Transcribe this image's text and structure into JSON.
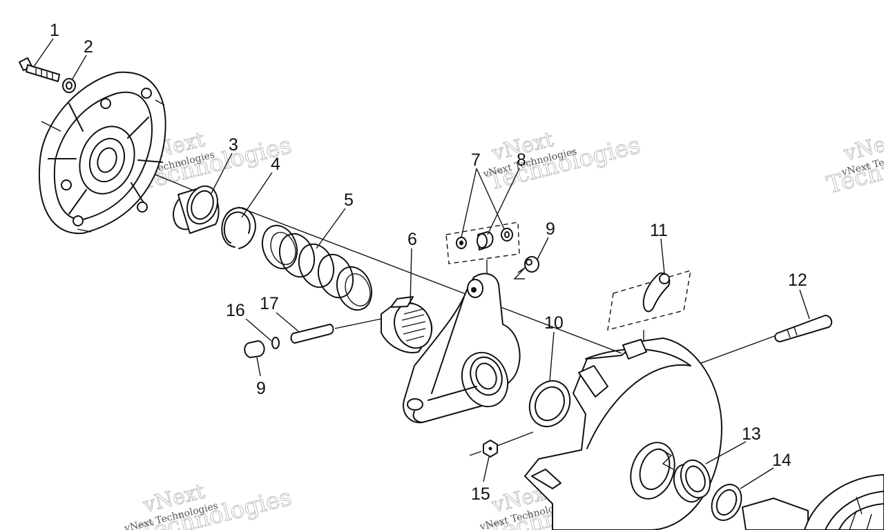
{
  "callouts": [
    {
      "id": "1",
      "text": "1"
    },
    {
      "id": "2",
      "text": "2"
    },
    {
      "id": "3",
      "text": "3"
    },
    {
      "id": "4",
      "text": "4"
    },
    {
      "id": "5",
      "text": "5"
    },
    {
      "id": "6",
      "text": "6"
    },
    {
      "id": "7",
      "text": "7"
    },
    {
      "id": "8",
      "text": "8"
    },
    {
      "id": "9a",
      "text": "9"
    },
    {
      "id": "9b",
      "text": "9"
    },
    {
      "id": "10",
      "text": "10"
    },
    {
      "id": "11",
      "text": "11"
    },
    {
      "id": "12",
      "text": "12"
    },
    {
      "id": "13",
      "text": "13"
    },
    {
      "id": "14",
      "text": "14"
    },
    {
      "id": "15",
      "text": "15"
    },
    {
      "id": "16",
      "text": "16"
    },
    {
      "id": "17",
      "text": "17"
    }
  ],
  "watermark": {
    "brand": "vNext",
    "caption": "vNext Technologies",
    "large": "Technologies"
  }
}
